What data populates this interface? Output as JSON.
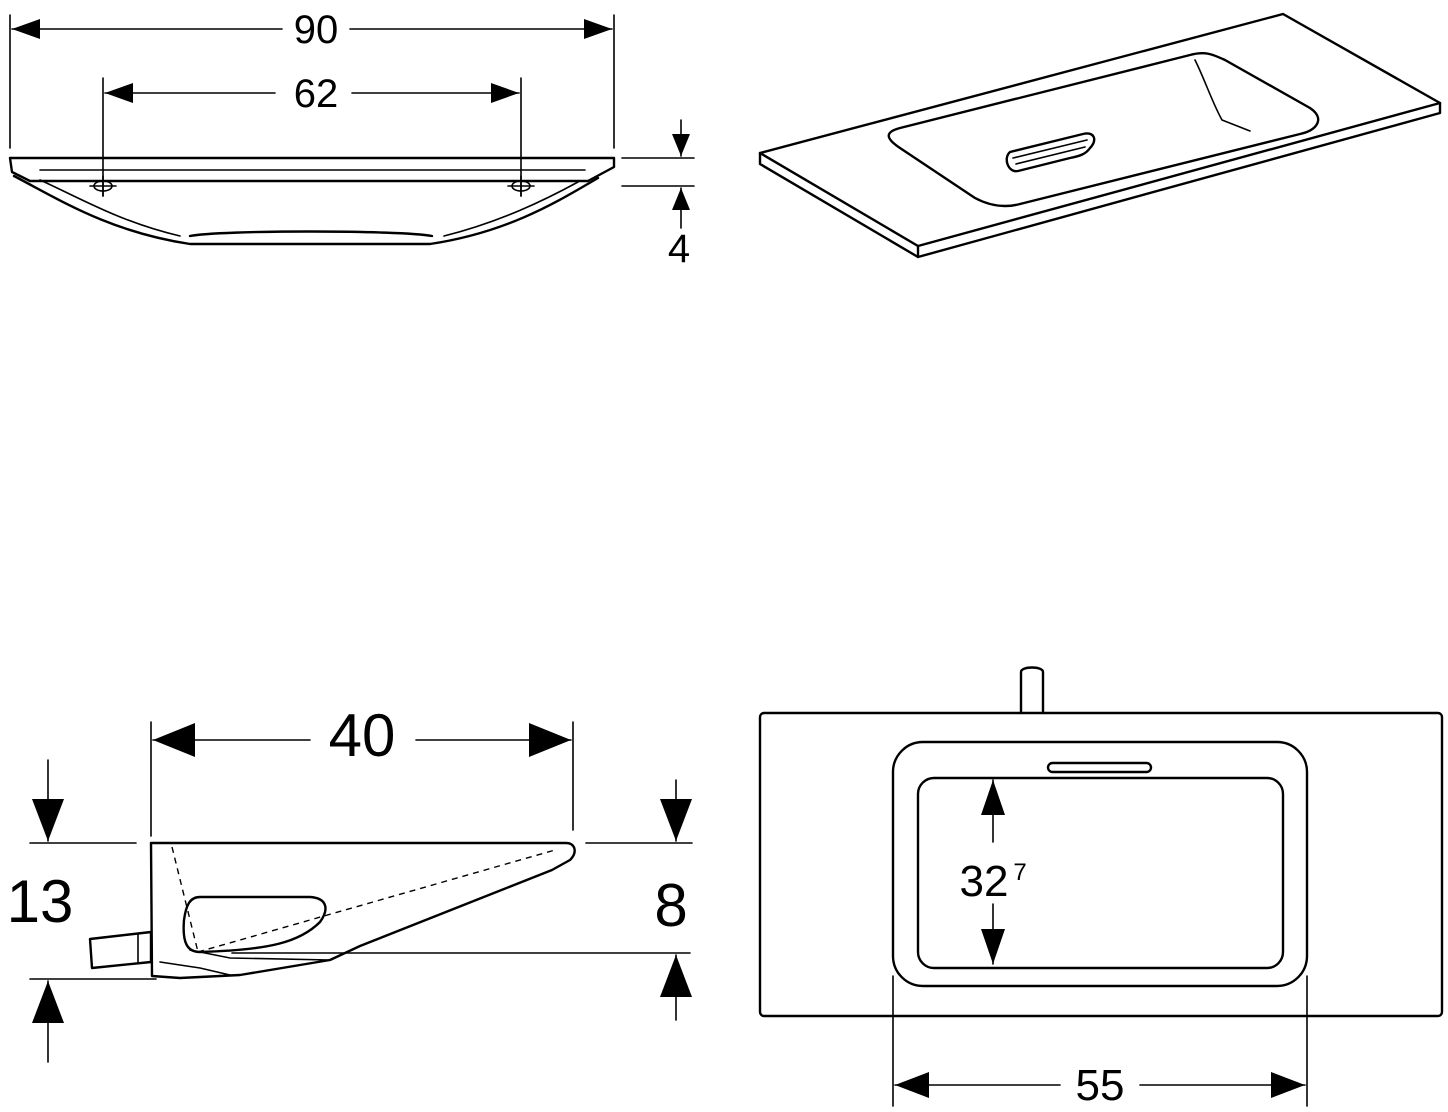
{
  "front_view": {
    "overall_width": "90",
    "hole_spacing": "62",
    "slab_thickness": "4"
  },
  "side_view": {
    "depth": "40",
    "total_height": "13",
    "front_height": "8"
  },
  "top_view": {
    "basin_depth": "32",
    "basin_depth_superscript": "7",
    "basin_width": "55"
  }
}
